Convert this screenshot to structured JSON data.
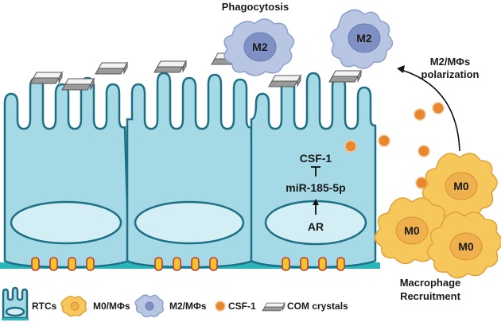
{
  "nodes": {
    "phagocytosis": "Phagocytosis",
    "m2_label_a": "M2",
    "m2_label_b": "M2",
    "polarization_line1": "M2/MΦs",
    "polarization_line2": "polarization",
    "csf1": "CSF-1",
    "mirna": "miR-185-5p",
    "ar": "AR",
    "m0_label_a": "M0",
    "m0_label_b": "M0",
    "m0_label_c": "M0",
    "recruitment_line1": "Macrophage",
    "recruitment_line2": "Recruitment"
  },
  "legend": {
    "rtcs": "RTCs",
    "m0": "M0/MΦs",
    "m2": "M2/MΦs",
    "csf1": "CSF-1",
    "crystals": "COM crystals"
  },
  "colors": {
    "cell_fill": "#a5d9e6",
    "cell_stroke": "#1d6f86",
    "membrane": "#2bb5b8",
    "m0_macrophage": "#f6c75a",
    "m2_macrophage": "#b8c6e3",
    "csf1_particle": "#e8872d"
  }
}
